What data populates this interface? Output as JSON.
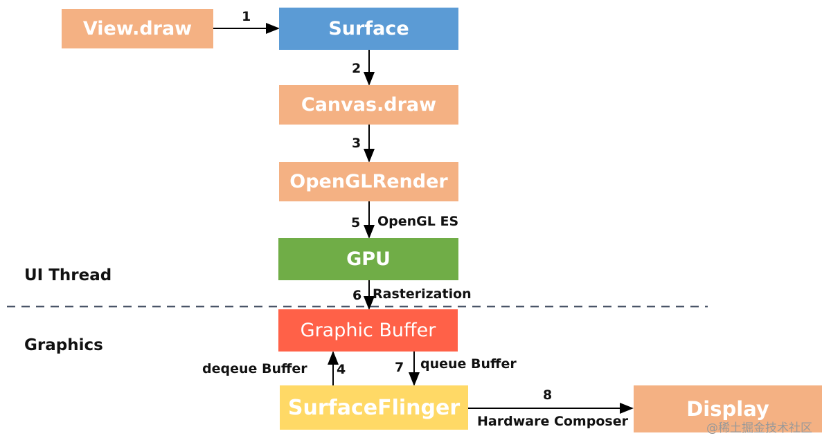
{
  "boxes": {
    "view_draw": {
      "label": "View.draw",
      "color": "#f4b183"
    },
    "surface": {
      "label": "Surface",
      "color": "#5b9bd5"
    },
    "canvas_draw": {
      "label": "Canvas.draw",
      "color": "#f4b183"
    },
    "opengl_render": {
      "label": "OpenGLRender",
      "color": "#f4b183"
    },
    "gpu": {
      "label": "GPU",
      "color": "#70ad47"
    },
    "graphic_buffer": {
      "label": "Graphic Buffer",
      "color": "#ff6148"
    },
    "surface_flinger": {
      "label": "SurfaceFlinger",
      "color": "#ffd966"
    },
    "display": {
      "label": "Display",
      "color": "#f4b183"
    }
  },
  "arrows": {
    "a1": {
      "step": "1"
    },
    "a2": {
      "step": "2"
    },
    "a3": {
      "step": "3"
    },
    "a5": {
      "step": "5",
      "text": "OpenGL ES"
    },
    "a6": {
      "step": "6",
      "text": "Rasterization"
    },
    "a4": {
      "step": "4",
      "text": "deqeue Buffer"
    },
    "a7": {
      "step": "7",
      "text": "queue Buffer"
    },
    "a8": {
      "step": "8",
      "text": "Hardware Composer"
    }
  },
  "sections": {
    "upper": "UI Thread",
    "lower": "Graphics"
  },
  "watermark": "@稀土掘金技术社区"
}
